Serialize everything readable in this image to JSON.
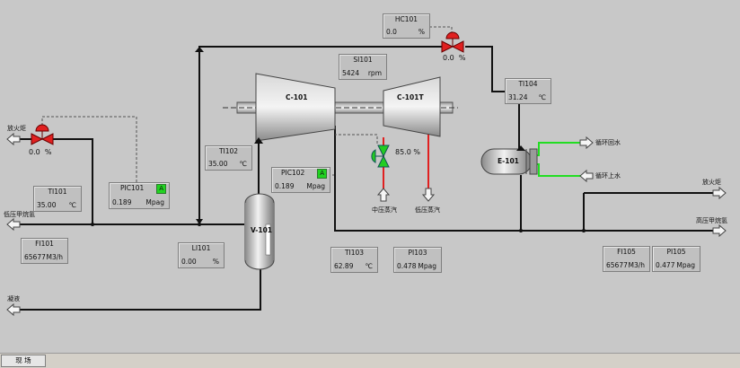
{
  "tags": {
    "HC101": {
      "tag": "HC101",
      "value": "0.0",
      "unit": "%"
    },
    "SI101": {
      "tag": "SI101",
      "value": "5424",
      "unit": "rpm"
    },
    "TI104": {
      "tag": "TI104",
      "value": "31.24",
      "unit": "℃"
    },
    "TI102": {
      "tag": "TI102",
      "value": "35.00",
      "unit": "℃"
    },
    "PIC102": {
      "tag": "PIC102",
      "value": "0.189",
      "unit": "Mpag",
      "mode": "A"
    },
    "PIC101": {
      "tag": "PIC101",
      "value": "0.189",
      "unit": "Mpag",
      "mode": "A"
    },
    "TI101": {
      "tag": "TI101",
      "value": "35.00",
      "unit": "℃"
    },
    "FI101": {
      "tag": "FI101",
      "value": "65677",
      "unit": "M3/h"
    },
    "LI101": {
      "tag": "LI101",
      "value": "0.00",
      "unit": "%"
    },
    "TI103": {
      "tag": "TI103",
      "value": "62.89",
      "unit": "℃"
    },
    "PI103": {
      "tag": "PI103",
      "value": "0.478",
      "unit": "Mpag"
    },
    "FI105": {
      "tag": "FI105",
      "value": "65677",
      "unit": "M3/h"
    },
    "PI105": {
      "tag": "PI105",
      "value": "0.477",
      "unit": "Mpag"
    }
  },
  "valves": {
    "hc_valve": {
      "value": "0.0",
      "unit": "%"
    },
    "flare_valve": {
      "value": "0.0",
      "unit": "%"
    },
    "steam_valve": {
      "value": "85.0",
      "unit": "%"
    }
  },
  "equipment": {
    "c101": "C-101",
    "c101t": "C-101T",
    "v101": "V-101",
    "e101": "E-101"
  },
  "streams": {
    "flare_left": "放火炬",
    "lp_methane": "低压甲烷氢",
    "condensate": "凝液",
    "mp_steam": "中压蒸汽",
    "lp_steam": "低压蒸汽",
    "cw_return": "循环回水",
    "cw_supply": "循环上水",
    "flare_right": "放火炬",
    "hp_methane": "高压甲烷氢"
  },
  "level": {
    "LI101": 0.0
  },
  "status_bar": {
    "tab": "现 场"
  }
}
